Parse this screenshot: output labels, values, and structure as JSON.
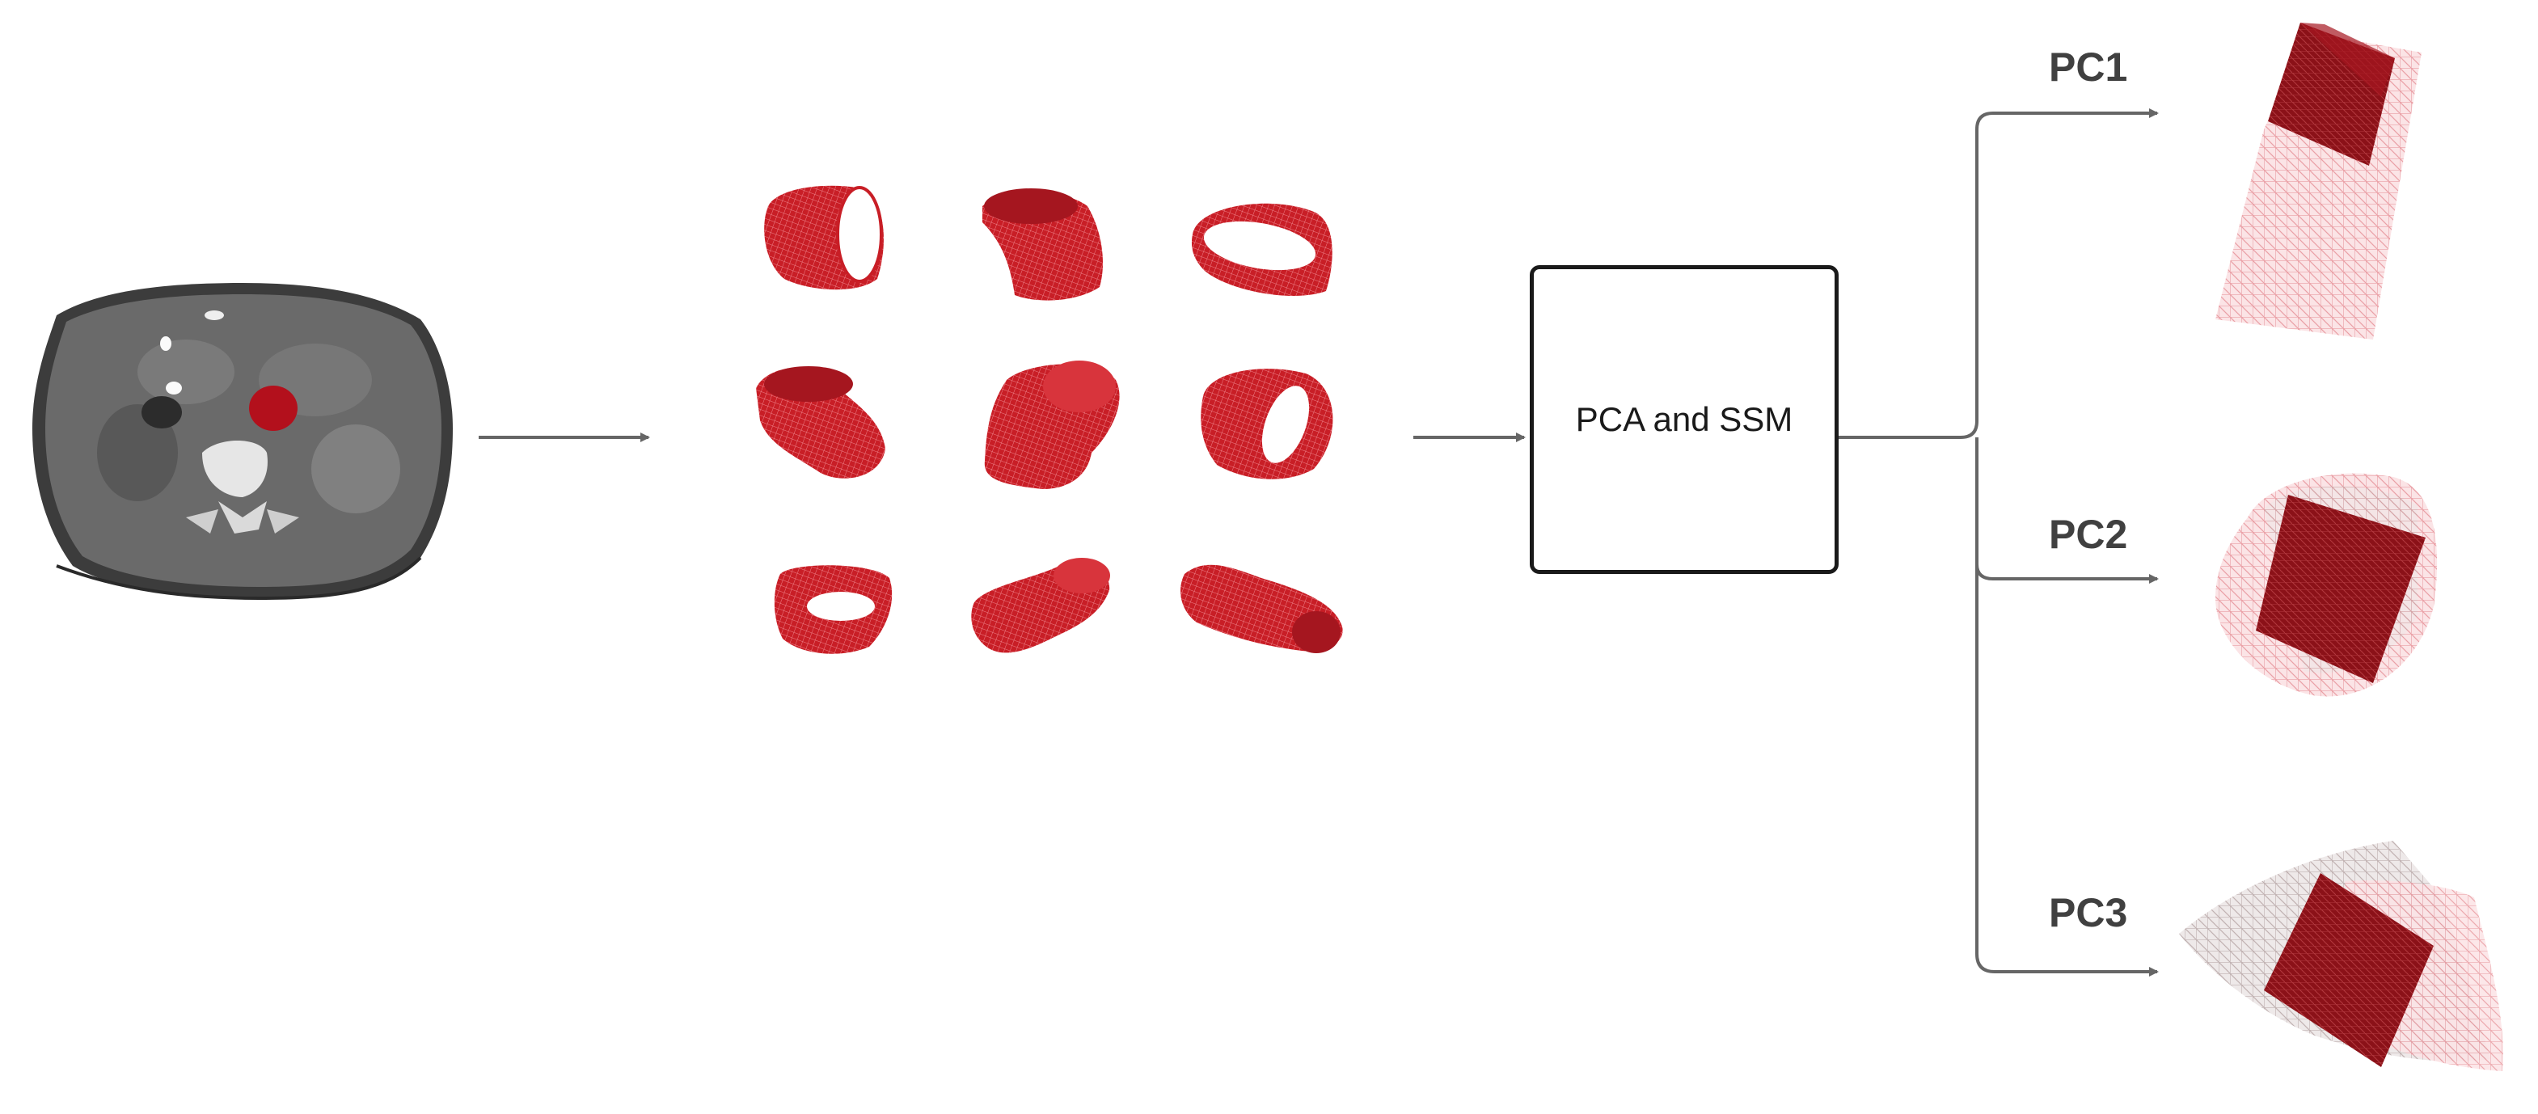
{
  "process_box": {
    "label": "PCA and SSM"
  },
  "components": [
    {
      "label": "PC1"
    },
    {
      "label": "PC2"
    },
    {
      "label": "PC3"
    }
  ],
  "colors": {
    "mesh_red": "#c81e26",
    "mean_shape": "#8b1118",
    "variation_pink": "#f0a3a8",
    "variation_grey": "#b9a8a8",
    "arrow": "#666666",
    "ct_body": "#5f5f5f",
    "ct_bone": "#e6e6e6"
  }
}
